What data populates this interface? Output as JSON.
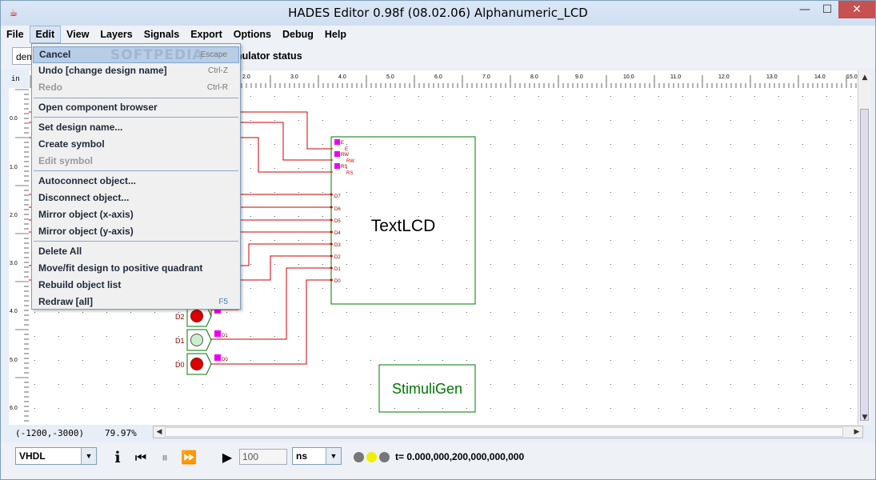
{
  "window": {
    "title": "HADES Editor 0.98f (08.02.06)   Alphanumeric_LCD",
    "app_icon": "java-cup-icon",
    "minimize_symbol": "—",
    "maximize_symbol": "☐",
    "close_symbol": "✕"
  },
  "menubar": {
    "items": [
      "File",
      "Edit",
      "View",
      "Layers",
      "Signals",
      "Export",
      "Options",
      "Debug",
      "Help"
    ],
    "active": "Edit"
  },
  "toolbar": {
    "design_name_value": "dem",
    "simulator_status": "nulator status"
  },
  "edit_menu": {
    "watermark": "SOFTPEDIA",
    "items": [
      {
        "label": "Cancel",
        "shortcut": "Escape",
        "enabled": true
      },
      {
        "label": "Undo [change design name]",
        "shortcut": "Ctrl-Z",
        "enabled": true
      },
      {
        "label": "Redo",
        "shortcut": "Ctrl-R",
        "enabled": false
      },
      {
        "label": "Open component browser",
        "shortcut": "",
        "enabled": true
      },
      {
        "label": "Set design name...",
        "shortcut": "",
        "enabled": true
      },
      {
        "label": "Create symbol",
        "shortcut": "",
        "enabled": true
      },
      {
        "label": "Edit symbol",
        "shortcut": "",
        "enabled": false
      },
      {
        "label": "Autoconnect object...",
        "shortcut": "",
        "enabled": true
      },
      {
        "label": "Disconnect object...",
        "shortcut": "",
        "enabled": true
      },
      {
        "label": "Mirror object (x-axis)",
        "shortcut": "",
        "enabled": true
      },
      {
        "label": "Mirror object (y-axis)",
        "shortcut": "",
        "enabled": true
      },
      {
        "label": "Delete All",
        "shortcut": "",
        "enabled": true
      },
      {
        "label": "Move/fit design to positive quadrant",
        "shortcut": "",
        "enabled": true
      },
      {
        "label": "Rebuild object list",
        "shortcut": "",
        "enabled": true
      },
      {
        "label": "Redraw [all]",
        "shortcut": "F5",
        "enabled": true
      }
    ]
  },
  "ruler": {
    "unit": "in",
    "h_ticks": [
      "2.0",
      "3.0",
      "4.0",
      "5.0",
      "6.0",
      "7.0",
      "8.0",
      "9.0",
      "10.0",
      "11.0",
      "12.0",
      "13.0",
      "14.0",
      "15.0"
    ],
    "v_ticks": [
      "0.0",
      "1.0",
      "2.0",
      "3.0",
      "4.0",
      "5.0",
      "6.0"
    ]
  },
  "schematic": {
    "lcd_label": "TextLCD",
    "stimuli_label": "StimuliGen",
    "lcd_pins": [
      "E",
      "RW",
      "RS",
      "D7",
      "D6",
      "D5",
      "D4",
      "D3",
      "D2",
      "D1",
      "D0"
    ],
    "lcd_pin_outer_labels": [
      "E",
      "RW",
      "RS"
    ],
    "switches": [
      {
        "name": "D2",
        "port": "D2",
        "state": "on"
      },
      {
        "name": "D1",
        "port": "D1",
        "state": "off"
      },
      {
        "name": "D0",
        "port": "D0",
        "state": "on"
      }
    ],
    "colors": {
      "wire": "#cc0000",
      "component": "#007700",
      "pin": "#ee00ee",
      "label": "#880000",
      "switch_on": "#dd0000",
      "switch_off": "#cceecc"
    }
  },
  "status": {
    "coords": "(-1200,-3000)",
    "zoom": "79.97%"
  },
  "sim_controls": {
    "language": "VHDL",
    "info_icon": "info-icon",
    "rewind_icon": "rewind-icon",
    "pause_icon": "pause-icon",
    "fast_forward_icon": "fast-forward-icon",
    "play_icon": "play-icon",
    "steps": "100",
    "time_unit": "ns",
    "time": "t= 0.000,000,200,000,000,000",
    "led_colors": [
      "#777777",
      "#f0f000",
      "#777777"
    ]
  }
}
